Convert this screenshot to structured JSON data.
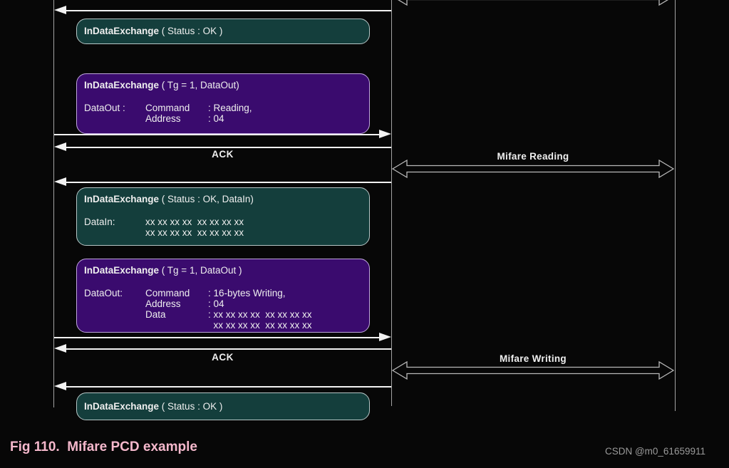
{
  "colors": {
    "background": "#070707",
    "teal_box_fill": "#143e3c",
    "teal_box_border": "#b6c6c6",
    "purple_box_fill": "#3a0b6e",
    "purple_box_border": "#bfa6dd",
    "arrow": "#f2f2f2",
    "lifeline": "#a3a3a3",
    "hollow_arrow_stroke": "#b8b8b8",
    "caption_pink": "#f5b8cc",
    "watermark_gray": "#9a9a9a"
  },
  "diagram": {
    "boxes": {
      "box1": {
        "title_bold": "InDataExchange",
        "title_rest": " ( Status : OK )"
      },
      "box2": {
        "title_bold": "InDataExchange",
        "title_rest": " ( Tg = 1, DataOut)",
        "rows": [
          {
            "c0": "DataOut :",
            "c1": "Command",
            "c2": ": Reading,"
          },
          {
            "c0": "",
            "c1": "Address",
            "c2": ": 04"
          }
        ]
      },
      "box3": {
        "title_bold": "InDataExchange",
        "title_rest": " ( Status : OK, DataIn)",
        "rows": [
          {
            "c0": "DataIn:",
            "c1": "xx xx xx xx  xx xx xx xx"
          },
          {
            "c0": "",
            "c1": "xx xx xx xx  xx xx xx xx"
          }
        ]
      },
      "box4": {
        "title_bold": "InDataExchange",
        "title_rest": " ( Tg = 1, DataOut )",
        "rows": [
          {
            "c0": "DataOut:",
            "c1": "Command",
            "c2": ": 16-bytes Writing,"
          },
          {
            "c0": "",
            "c1": "Address",
            "c2": ": 04"
          },
          {
            "c0": "",
            "c1": "Data",
            "c2": ": xx xx xx xx  xx xx xx xx"
          },
          {
            "c0": "",
            "c1": "",
            "c2": "  xx xx xx xx  xx xx xx xx"
          }
        ]
      },
      "box5": {
        "title_bold": "InDataExchange",
        "title_rest": " ( Status : OK )"
      }
    },
    "labels": {
      "ack1": "ACK",
      "ack2": "ACK",
      "mifare_reading": "Mifare Reading",
      "mifare_writing": "Mifare Writing"
    }
  },
  "caption": {
    "text": "Fig 110.  Mifare PCD example"
  },
  "watermark": {
    "text": "CSDN @m0_61659911"
  }
}
